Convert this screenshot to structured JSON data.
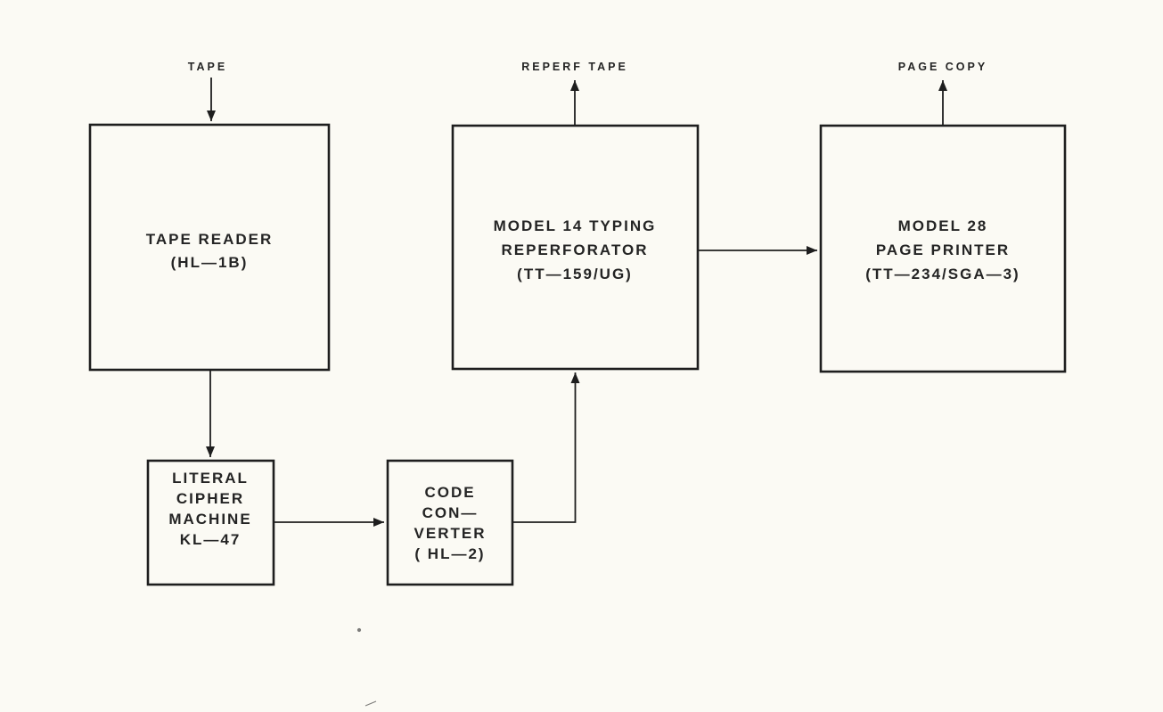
{
  "diagram": {
    "colors": {
      "background": "#fbfaf4",
      "ink": "#1e1e1e"
    },
    "labels": {
      "tape": "TAPE",
      "reperf_tape": "REPERF TAPE",
      "page_copy": "PAGE COPY"
    },
    "blocks": {
      "tape_reader": {
        "lines": [
          "TAPE READER",
          "(HL—1B)"
        ]
      },
      "reperforator": {
        "lines": [
          "MODEL 14 TYPING",
          "REPERFORATOR",
          "(TT—159/UG)"
        ]
      },
      "page_printer": {
        "lines": [
          "MODEL 28",
          "PAGE PRINTER",
          "(TT—234/SGA—3)"
        ]
      },
      "cipher_machine": {
        "lines": [
          "LITERAL",
          "CIPHER",
          "MACHINE",
          "KL—47"
        ]
      },
      "code_converter": {
        "lines": [
          "CODE",
          "CON—",
          "VERTER",
          "( HL—2)"
        ]
      }
    }
  }
}
